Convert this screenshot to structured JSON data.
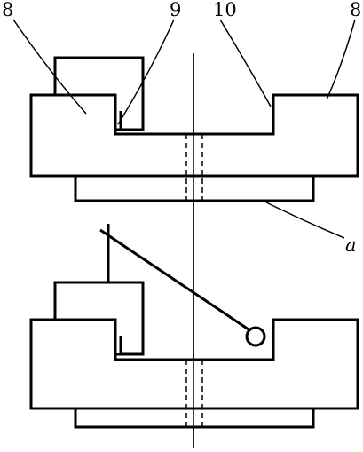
{
  "labels": {
    "part_8_left": "8",
    "part_9": "9",
    "part_10": "10",
    "part_8_right": "8",
    "point_a": "a"
  }
}
